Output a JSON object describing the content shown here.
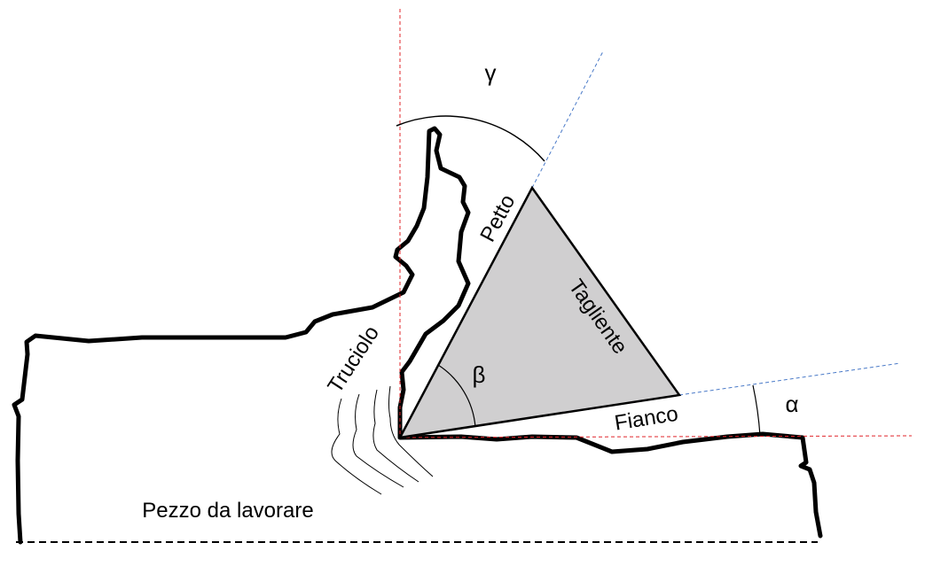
{
  "labels": {
    "gamma": "γ",
    "alpha": "α",
    "beta": "β",
    "rake_face": "Petto",
    "cutting_edge": "Tagliente",
    "flank": "Fianco",
    "chip": "Truciolo",
    "workpiece": "Pezzo da lavorare"
  },
  "colors": {
    "outline": "#000000",
    "tool_fill": "#d0cfd0",
    "red_reference": "#e0242a",
    "blue_reference": "#4a7ac8"
  },
  "icons": {
    "tool": "triangle-shape",
    "chip": "curled-chip-shape"
  }
}
